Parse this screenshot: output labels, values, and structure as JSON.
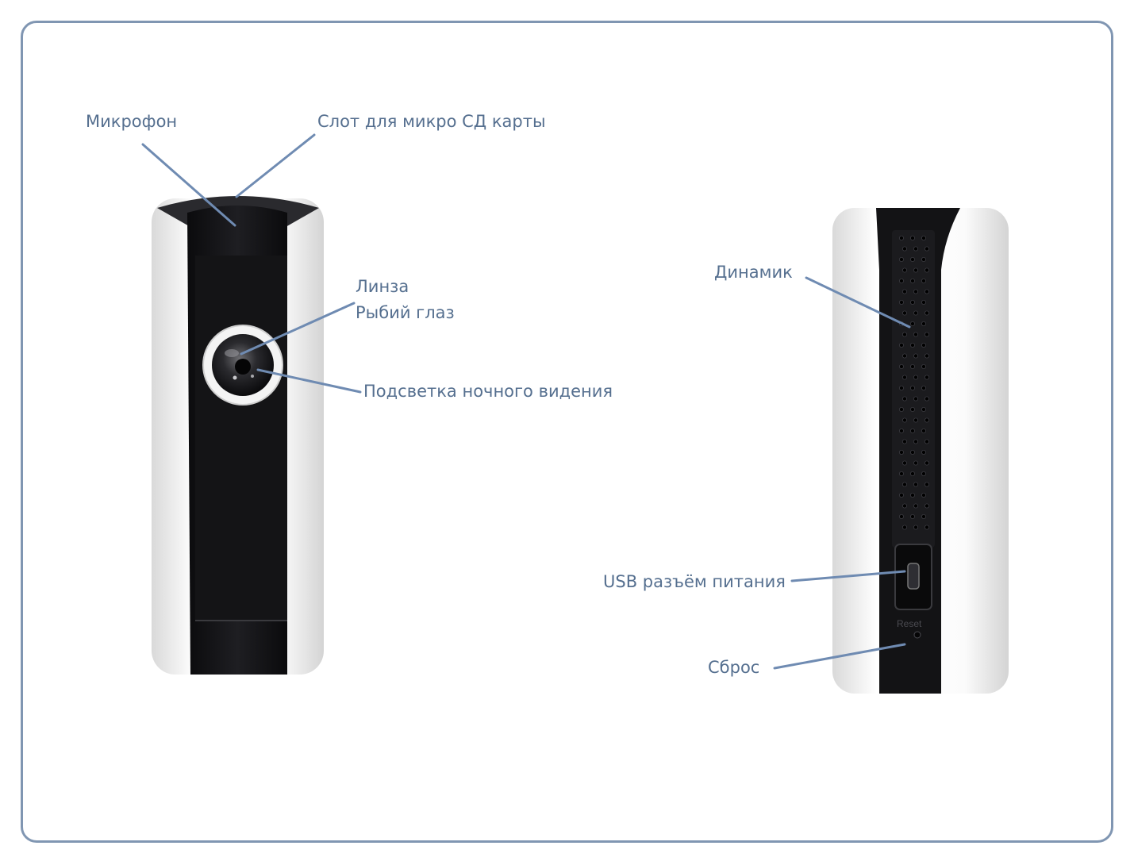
{
  "labels": {
    "microphone": "Микрофон",
    "sd_slot": "Слот для микро СД карты",
    "lens_line1": "Линза",
    "lens_line2": "Рыбий глаз",
    "ir_light": "Подсветка ночного видения",
    "speaker": "Динамик",
    "usb_port": "USB разъём питания",
    "reset": "Сброс"
  },
  "device_marking": {
    "reset_text": "Reset"
  },
  "colors": {
    "frame_border": "#8096b2",
    "label_text": "#556f8f",
    "leader_line": "#6f8bb2",
    "device_black": "#151517",
    "device_white": "#f5f5f5"
  }
}
